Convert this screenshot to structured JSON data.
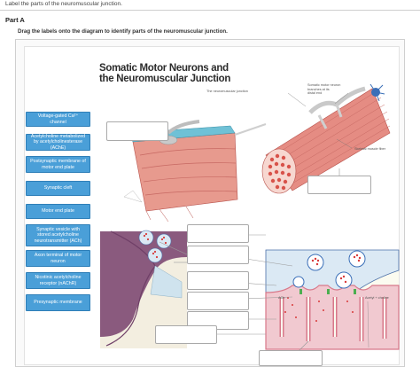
{
  "instruction": "Label the parts of the neuromuscular junction.",
  "part_title": "Part A",
  "task": "Drag the labels onto the diagram to identify parts of the neuromuscular junction.",
  "diagram": {
    "title_line1": "Somatic Motor Neurons and",
    "title_line2": "the Neuromuscular Junction",
    "caption_junction": "The neuromuscular junction",
    "caption_somatic_l1": "Somatic motor neuron",
    "caption_somatic_l2": "branches at its",
    "caption_somatic_l3": "distal end",
    "caption_skeletal": "Skeletal muscle fiber",
    "caption_ach": "ACh",
    "caption_acetyl": "Acetyl + choline"
  },
  "labels": [
    {
      "text": "Voltage-gated Ca²⁺ channel"
    },
    {
      "text": "Acetylcholine metabolized by acetylcholinesterase (AChE)"
    },
    {
      "text": "Postsynaptic membrane of motor end plate"
    },
    {
      "text": "Synaptic cleft"
    },
    {
      "text": "Motor end plate"
    },
    {
      "text": "Synaptic vesicle with stored acetylcholine neurotransmitter (ACh)"
    },
    {
      "text": "Axon terminal of motor neuron"
    },
    {
      "text": "Nicotinic acetylcholine receptor (nAChR)"
    },
    {
      "text": "Presynaptic membrane"
    }
  ],
  "colors": {
    "label_bg": "#4a9fd8",
    "muscle": "#e2827a",
    "neuron_blue": "#3a6fb8",
    "membrane_pink": "#e5a7b0",
    "vesicle_red": "#d73a3a"
  }
}
